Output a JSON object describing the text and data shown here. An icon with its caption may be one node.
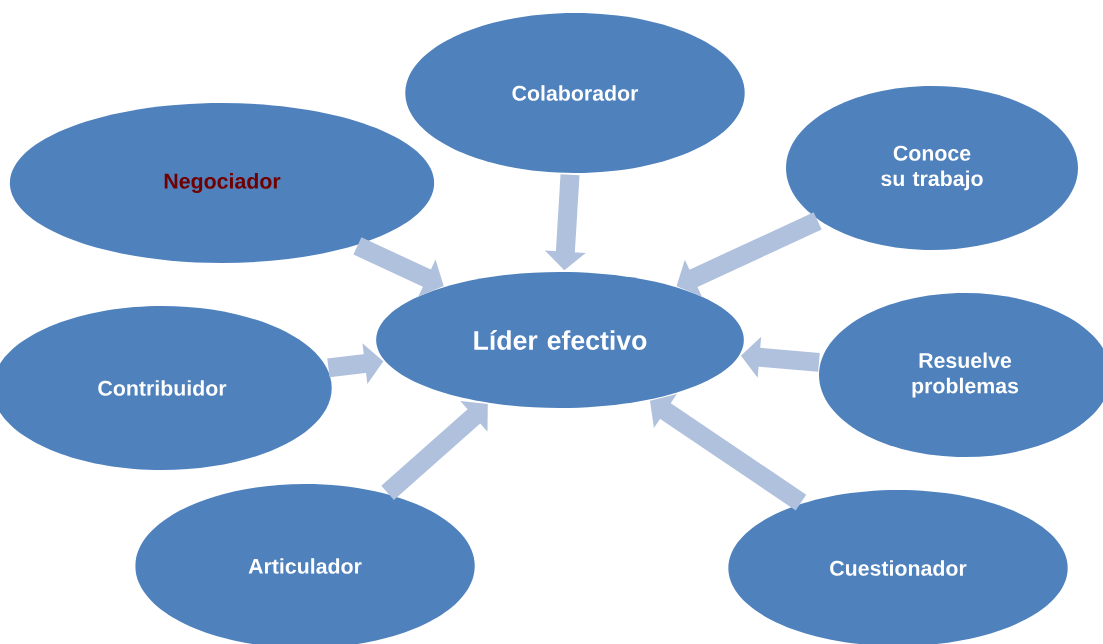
{
  "diagram": {
    "nodes": [
      {
        "text": [
          "Líder efectivo"
        ]
      },
      {
        "text": [
          "Colaborador"
        ]
      },
      {
        "text": [
          "Negociador"
        ]
      },
      {
        "text": [
          "Conoce su trabajo"
        ]
      },
      {
        "text": [
          "Contribuidor"
        ]
      },
      {
        "text": [
          "Resuelve problemas"
        ]
      },
      {
        "text": [
          "Articulador"
        ]
      },
      {
        "text": [
          "Cuestionador"
        ]
      }
    ],
    "edges": [
      {
        "from": 1,
        "to": 0,
        "arrow": "to"
      },
      {
        "from": 2,
        "to": 0,
        "arrow": "to"
      },
      {
        "from": 3,
        "to": 0,
        "arrow": "to"
      },
      {
        "from": 4,
        "to": 0,
        "arrow": "to"
      },
      {
        "from": 5,
        "to": 0,
        "arrow": "to"
      },
      {
        "from": 6,
        "to": 0,
        "arrow": "to"
      },
      {
        "from": 7,
        "to": 0,
        "arrow": "to"
      }
    ]
  }
}
